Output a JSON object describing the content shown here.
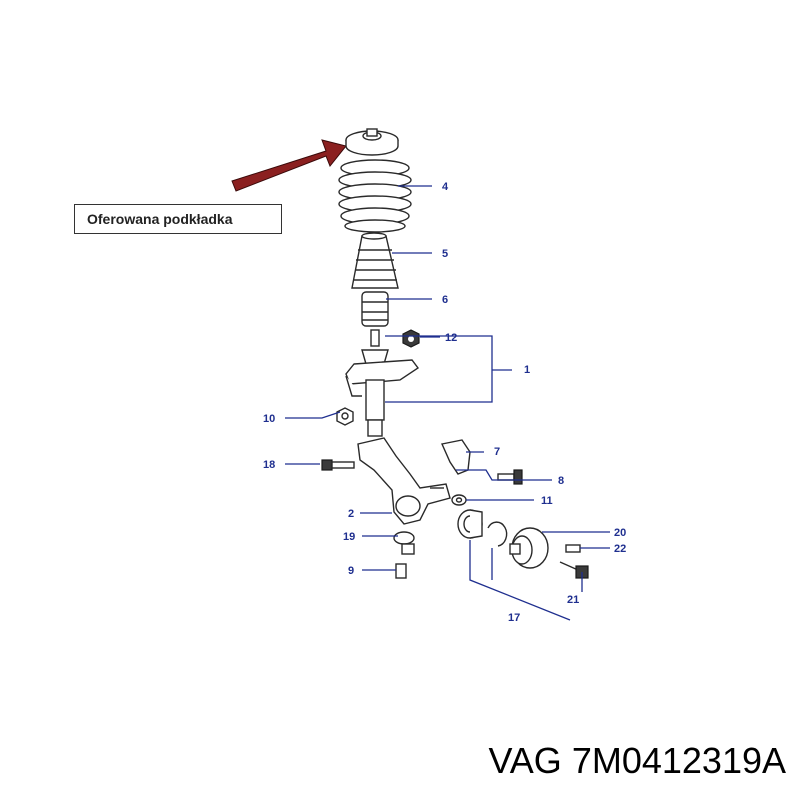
{
  "callout": {
    "text": "Oferowana podkładka"
  },
  "part_code": {
    "brand": "VAG",
    "number": "7M0412319A"
  },
  "labels": {
    "l1": "1",
    "l2": "2",
    "l4": "4",
    "l5": "5",
    "l6": "6",
    "l7": "7",
    "l8": "8",
    "l9": "9",
    "l10": "10",
    "l11": "11",
    "l12": "12",
    "l17": "17",
    "l18": "18",
    "l19": "19",
    "l20": "20",
    "l21": "21",
    "l22": "22"
  },
  "colors": {
    "arrow": "#8b2020",
    "leader": "#1f2f8f"
  }
}
